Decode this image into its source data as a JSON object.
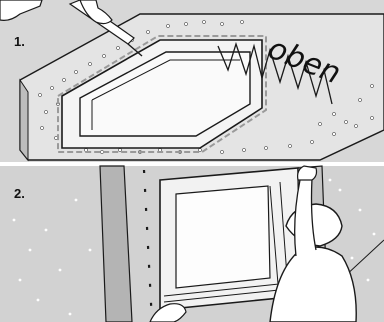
{
  "panels": [
    {
      "step_label": "1.",
      "annotation": "oben"
    },
    {
      "step_label": "2."
    }
  ],
  "colors": {
    "background": "#d7d7d7",
    "wall": "#c6c6c6",
    "surface": "#efefef",
    "line": "#1a1a1a",
    "divider": "#ffffff"
  }
}
